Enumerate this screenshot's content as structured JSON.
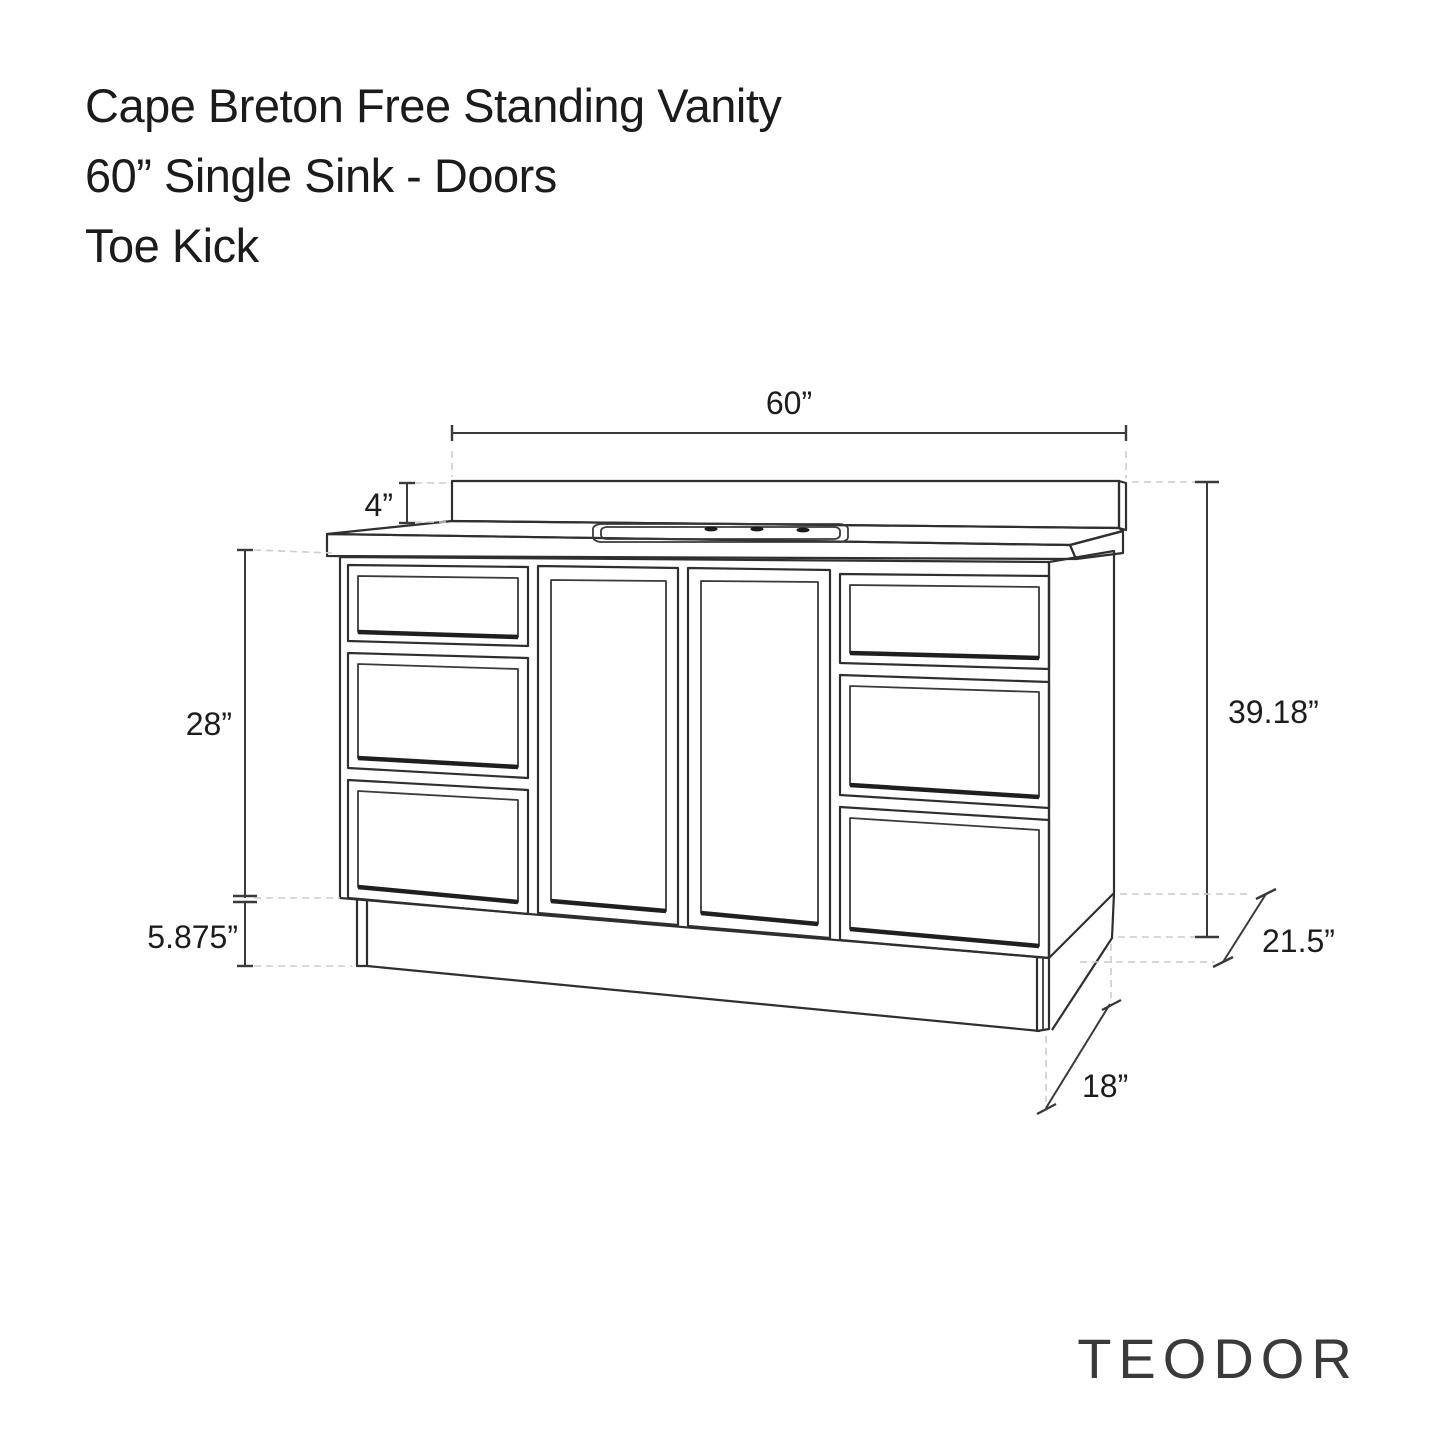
{
  "title": {
    "line1": "Cape Breton Free Standing Vanity",
    "line2": "60” Single Sink - Doors",
    "line3": "Toe Kick"
  },
  "dimensions": {
    "width_top": "60”",
    "backsplash_height": "4”",
    "cabinet_height": "28”",
    "toe_kick_height": "5.875”",
    "total_height": "39.18”",
    "cabinet_depth": "21.5”",
    "toe_kick_depth": "18”"
  },
  "brand": {
    "logo": "TEODOR"
  },
  "colors": {
    "line": "#2f2f2f",
    "dimension_line": "#3a3a3a",
    "extension_dash": "#cccccc",
    "text": "#1b1b1b",
    "background": "#ffffff"
  }
}
